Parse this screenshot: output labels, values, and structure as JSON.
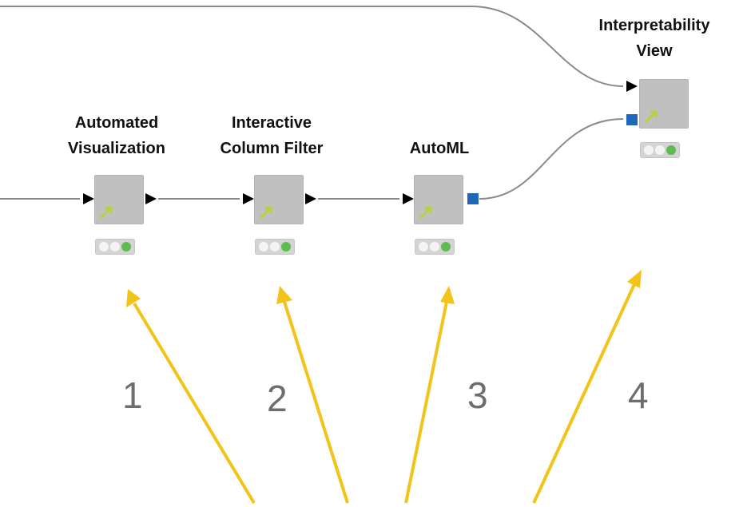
{
  "nodes": [
    {
      "label_line1": "Automated",
      "label_line2": "Visualization",
      "status": "executed"
    },
    {
      "label_line1": "Interactive",
      "label_line2": "Column Filter",
      "status": "executed"
    },
    {
      "label_line1": "",
      "label_line2": "AutoML",
      "status": "executed"
    },
    {
      "label_line1": "Interpretability",
      "label_line2": "View",
      "status": "executed"
    }
  ],
  "annotations": [
    "1",
    "2",
    "3",
    "4"
  ],
  "colors": {
    "node_body": "#c0c0c0",
    "data_port": "#000000",
    "model_port": "#1f69b8",
    "connection": "#8a8a8a",
    "status_green": "#5dbb4f",
    "status_off": "#f4f4f4",
    "exec_icon": "#b4d43a",
    "arrow": "#f2c318",
    "annotation_text": "#6d6d6d"
  }
}
